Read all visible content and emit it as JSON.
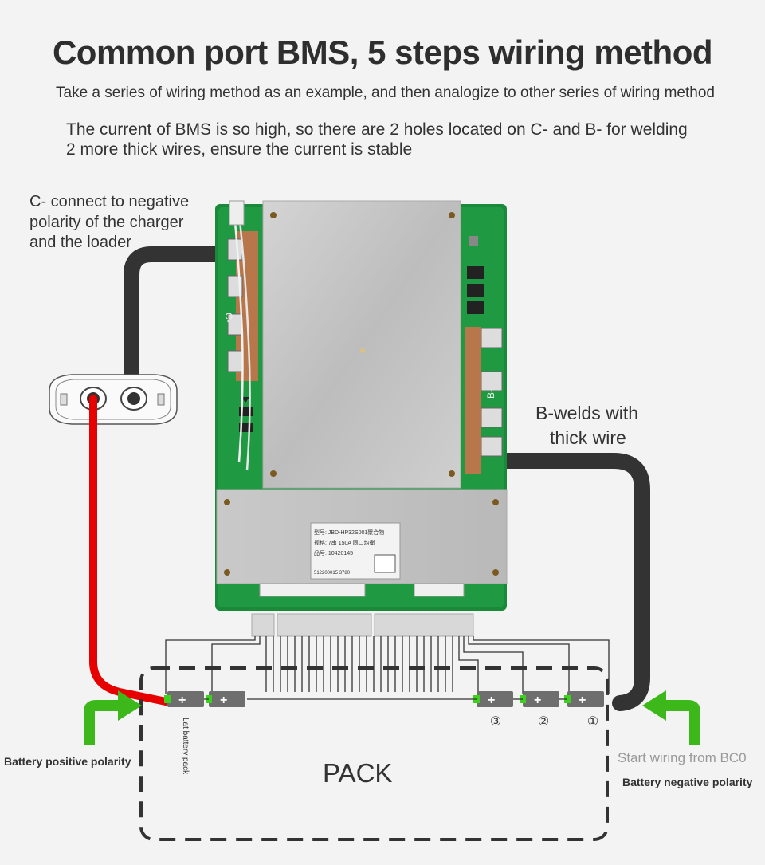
{
  "header": {
    "title": "Common port BMS, 5 steps wiring method",
    "subtitle": "Take a series of wiring method as an example, and then analogize to other series of wiring method",
    "note_line1": "The current of BMS is so high, so there are 2 holes located on C- and B- for welding",
    "note_line2": "2 more thick wires, ensure the current is stable"
  },
  "callouts": {
    "c_minus": [
      "C- connect to negative",
      "polarity of the charger",
      "and the loader"
    ],
    "b_minus": [
      "B-welds with",
      "thick wire"
    ]
  },
  "board": {
    "c_marking": "C-",
    "b_marking": "B-",
    "label_lines": [
      "型号: JBD-HP32S001聚合物",
      "规格: 7串 150A 同口均衡",
      "品号: 10420145",
      "512200015  3780"
    ]
  },
  "pack": {
    "label": "PACK",
    "lat_label": "Lat battery pack",
    "cell_markers": [
      "③",
      "②",
      "①"
    ],
    "cell_sign": "+"
  },
  "polarity": {
    "positive": "Battery positive polarity",
    "start": "Start wiring from BC0",
    "negative": "Battery negative polarity"
  },
  "colors": {
    "thick_wire": "#333333",
    "positive_wire": "#e60000",
    "arrow": "#3cb81a",
    "pcb": "#1a8a3a",
    "heatsink": "#c8c8c8",
    "cell_body": "#6e6e6e",
    "cell_terminal": "#3cd11c"
  }
}
